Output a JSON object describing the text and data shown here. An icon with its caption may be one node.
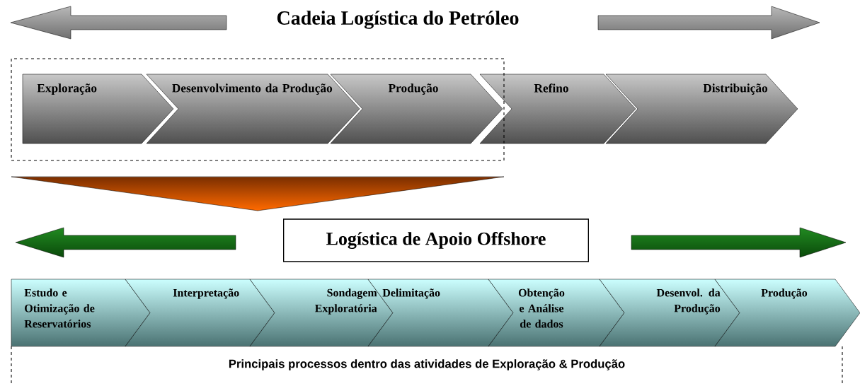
{
  "diagram": {
    "title": "Cadeia Logística do Petróleo",
    "nodes": [
      {
        "text": [
          "Exploração"
        ]
      },
      {
        "text": [
          "Desenvolvimento da Produção"
        ]
      },
      {
        "text": [
          "Produção"
        ]
      },
      {
        "text": [
          "Refino"
        ]
      },
      {
        "text": [
          "Distribuição"
        ]
      },
      {
        "text": [
          "Logística de Apoio Offshore"
        ]
      },
      {
        "text": [
          "Estudo e Otimização de Reservatórios"
        ]
      },
      {
        "text": [
          "Interpretação"
        ]
      },
      {
        "text": [
          "Sondagem Exploratória"
        ]
      },
      {
        "text": [
          "Delimitação"
        ]
      },
      {
        "text": [
          "Obtenção e Análise de dados"
        ]
      },
      {
        "text": [
          "Desenvol. da Produção"
        ]
      },
      {
        "text": [
          "Produção"
        ]
      }
    ],
    "labels": [
      "Principais processos dentro das atividades de Exploração & Produção"
    ]
  }
}
